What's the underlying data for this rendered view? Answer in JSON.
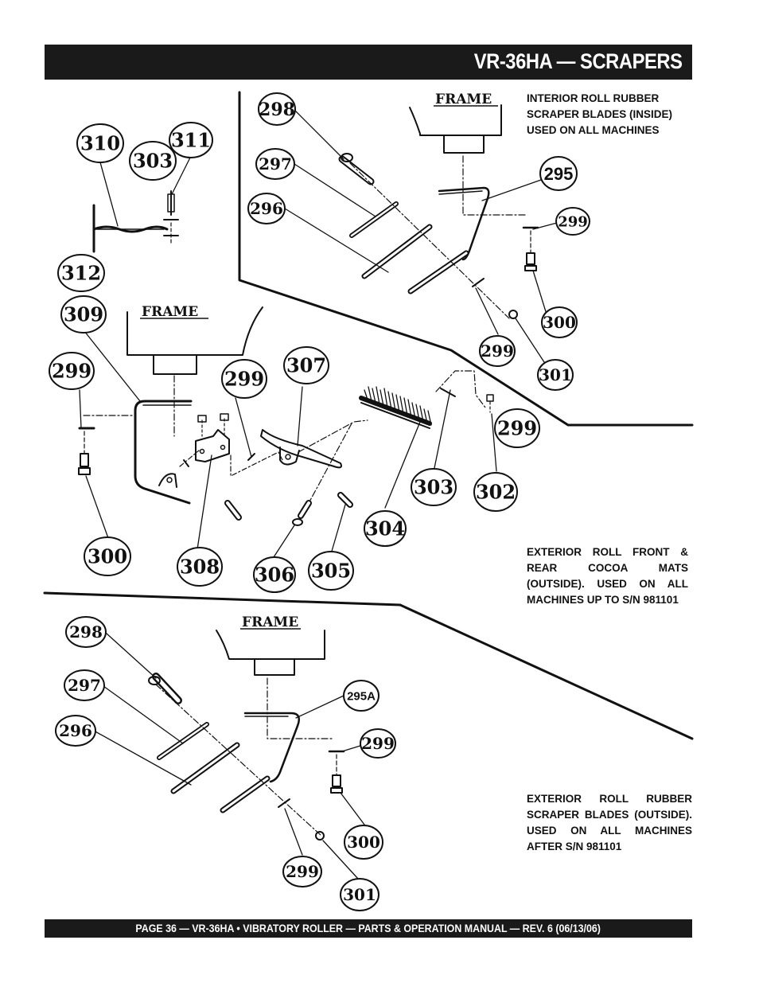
{
  "header": {
    "title": "VR-36HA — SCRAPERS"
  },
  "footer": {
    "text": "PAGE 36 — VR-36HA • VIBRATORY ROLLER — PARTS & OPERATION MANUAL — REV. 6 (06/13/06)"
  },
  "notes": {
    "interior": "INTERIOR ROLL RUBBER SCRAPER BLADES (INSIDE) USED ON ALL MACHINES",
    "cocoa": "EXTERIOR ROLL FRONT & REAR COCOA MATS (OUTSIDE). USED ON ALL MACHINES UP TO S/N 981101",
    "exterior": "EXTERIOR ROLL RUBBER SCRAPER BLADES (OUTSIDE). USED ON ALL MACHINES AFTER S/N 981101"
  },
  "frame_labels": {
    "top": "FRAME",
    "middle": "FRAME",
    "bottom": "FRAME"
  },
  "callouts": {
    "c298a": "298",
    "c297a": "297",
    "c296a": "296",
    "c295": "295",
    "c299a": "299",
    "c300a": "300",
    "c299b": "299",
    "c301a": "301",
    "c310": "310",
    "c303a": "303",
    "c311": "311",
    "c312": "312",
    "c309": "309",
    "c299c": "299",
    "c300b": "300",
    "c308": "308",
    "c299d": "299",
    "c307": "307",
    "c306": "306",
    "c305": "305",
    "c304": "304",
    "c303b": "303",
    "c302": "302",
    "c299e": "299",
    "c298b": "298",
    "c297b": "297",
    "c296b": "296",
    "c295a": "295A",
    "c299f": "299",
    "c300c": "300",
    "c299g": "299",
    "c301b": "301"
  }
}
